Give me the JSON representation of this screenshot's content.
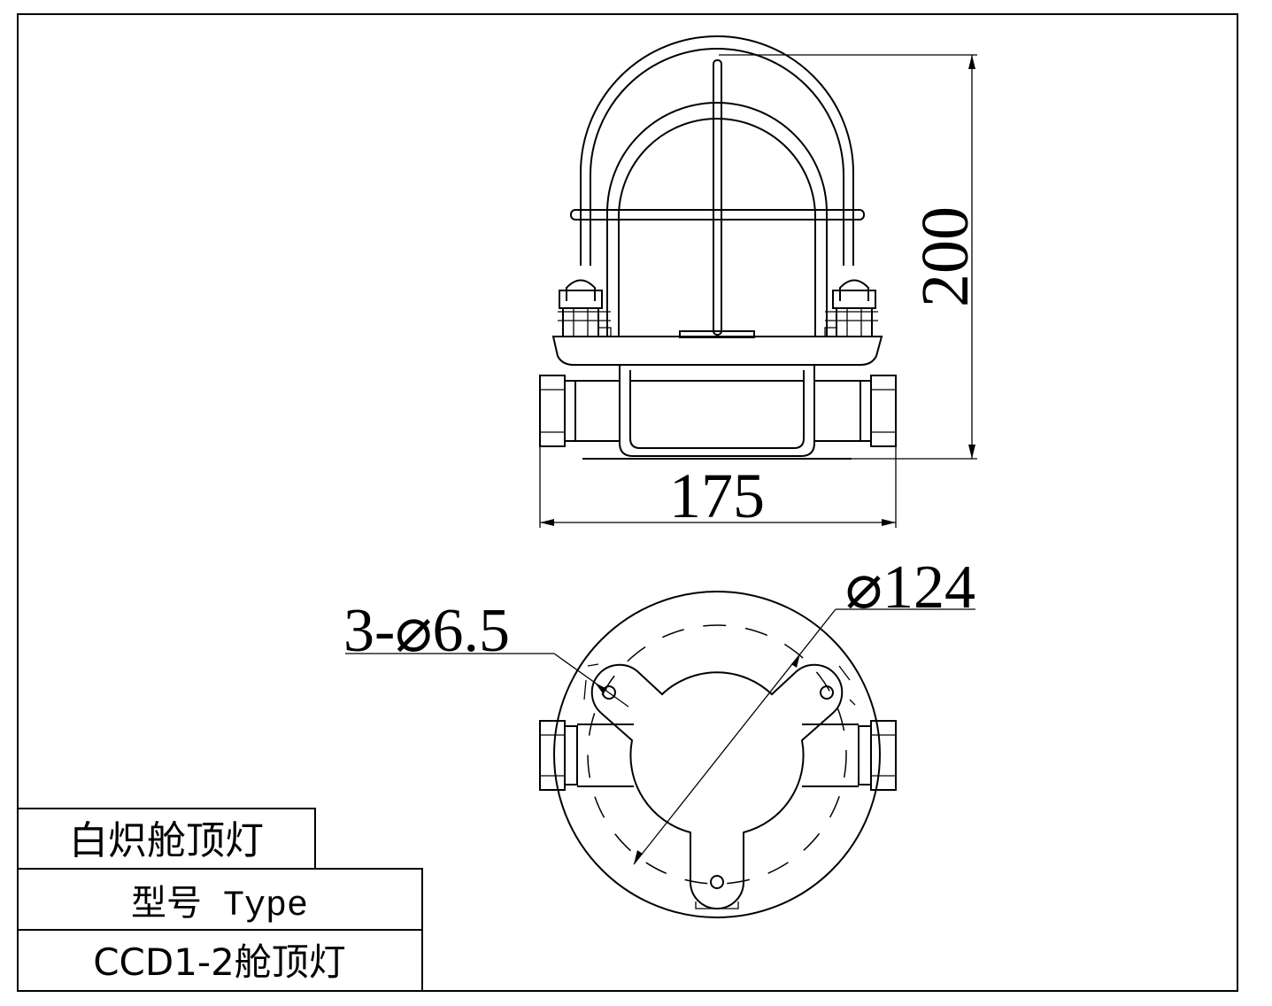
{
  "dimensions": {
    "height": "200",
    "width": "175",
    "holes": "3-⌀6.5",
    "diameter": "⌀124"
  },
  "title_block": {
    "name": "白炽舱顶灯",
    "type_label": "型号 Type",
    "model": "CCD1-2舱顶灯"
  }
}
